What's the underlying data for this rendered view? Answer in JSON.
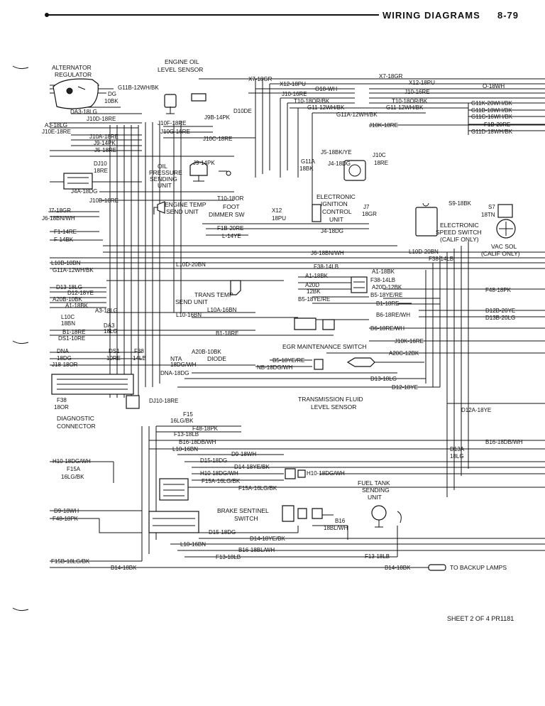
{
  "header": {
    "title": "WIRING DIAGRAMS",
    "page": "8-79"
  },
  "footer": {
    "sheet": "SHEET 2 OF 4 PR1181"
  },
  "components": {
    "alternator_regulator": [
      "ALTERNATOR",
      "REGULATOR"
    ],
    "engine_oil_level_sensor": [
      "ENGINE OIL",
      "LEVEL SENSOR"
    ],
    "oil_pressure_sending_unit": [
      "OIL",
      "PRESSURE",
      "SENDING",
      "UNIT"
    ],
    "engine_temp_send_unit": [
      "ENGINE TEMP",
      "SEND UNIT"
    ],
    "foot_dimmer_sw": [
      "FOOT",
      "DIMMER SW"
    ],
    "electronic_ignition_control_unit": [
      "ELECTRONIC",
      "IGNITION",
      "CONTROL",
      "UNIT"
    ],
    "electronic_speed_switch": [
      "ELECTRONIC",
      "SPEED SWITCH",
      "(CALIF ONLY)"
    ],
    "vac_sol": [
      "VAC SOL",
      "(CALIF ONLY)"
    ],
    "trans_temp_send_unit": [
      "TRANS TEMP",
      "SEND UNIT"
    ],
    "egr_maintenance_switch": "EGR MAINTENANCE SWITCH",
    "nta_diode": [
      "NTA",
      "DIODE"
    ],
    "transmission_fluid_level_sensor": [
      "TRANSMISSION FLUID",
      "LEVEL SENSOR"
    ],
    "diagnostic_connector": [
      "DIAGNOSTIC",
      "CONNECTOR"
    ],
    "fuel_tank_sending_unit": [
      "FUEL TANK",
      "SENDING",
      "UNIT"
    ],
    "brake_sentinel_switch": [
      "BRAKE SENTINEL",
      "SWITCH"
    ],
    "backup_lamps": "TO BACKUP LAMPS"
  },
  "wire_labels": [
    "G11B-12WH/BK",
    "DG",
    "10BK",
    "DA3-18LG",
    "J10D-18RE",
    "A3-18LG",
    "J10E-18RE",
    "J10A-18RE",
    "J9-14PK",
    "J5-18RE",
    "DJ10",
    "18RE",
    "J4A-18DG",
    "J10B-18RE",
    "J7-18GR",
    "J6-18BN/WH",
    "F1-14RE",
    "F-14BK",
    "L10B-18BN",
    "G11A-12WH/BK",
    "D13-18LG",
    "D12-18YE",
    "A20B-10BK",
    "A1-18BK",
    "A3-18LG",
    "L10C",
    "18BN",
    "B1-18RE",
    "DA3",
    "18LG",
    "DS1-10RE",
    "DNA",
    "18DG",
    "J18-18OR",
    "DS1",
    "10RE",
    "F38",
    "14LB",
    "F38",
    "18OR",
    "X7-18GR",
    "X12-18PU",
    "O18-WH",
    "J10-16RE",
    "T10-18OR/BK",
    "G11-12WH/BK",
    "G11A-12WH/BK",
    "J10F-18RE",
    "J10G-16RE",
    "J9B-14PK",
    "D10DE",
    "J10C-18RE",
    "J9-14PK",
    "J5-18BK/YE",
    "J4-18DG",
    "G11A",
    "18BK",
    "J10C",
    "18RE",
    "J10K-18RE",
    "J7",
    "18GR",
    "X12",
    "18PU",
    "T10-18OR",
    "F1B-20RE",
    "L-14YE",
    "J4-18DG",
    "J6-18BN/WH",
    "X7-18GR",
    "X12-18PU",
    "O-18WH",
    "J10-16RE",
    "T10-18OR/BK",
    "G11-12WH/BK",
    "G11K-20WH/BK",
    "G11B-18WH/BK",
    "G11C-16WH/BK",
    "F1B-20RE",
    "G11D-18WH/BK",
    "S9-18BK",
    "S7",
    "18TN",
    "L10D-20BN",
    "F38-14LB",
    "L10D-20BN",
    "F38-14LB",
    "A1-18BK",
    "A20D",
    "12BK",
    "B5-18YE/RE",
    "A1-18BK",
    "F38-14LB",
    "A20D-12BK",
    "B5-18YE/RE",
    "B1-18RE",
    "B6-18RE/WH",
    "B6-18RE/WH",
    "F48-18PK",
    "D12B-20YE",
    "D13B-20LG",
    "L10A-16BN",
    "L10-16BN",
    "B1-18RE",
    "J10K-16RE",
    "A20B-10BK",
    "A20C-12BK",
    "B5-18YE/RE",
    "NB-18DG/WH",
    "18DG/WH",
    "DNA-18DG",
    "DJ10-18RE",
    "D13-18LG",
    "D12-18YE",
    "D12A-18YE",
    "F15",
    "16LG/BK",
    "F48-18PK",
    "F13-18LB",
    "B16-18DB/WH",
    "L10-16BN",
    "B16-18DB/WH",
    "D9-18WH",
    "D13A",
    "18LG",
    "H10-18DG/WH",
    "F15A",
    "16LG/BK",
    "D15-18DG",
    "D14-18YE/BK",
    "H10-18DG/WH",
    "H10-18DG/WH",
    "F15A-16LG/BK",
    "F15A-16LG/BK",
    "D9-18WH",
    "F48-18PK",
    "B16",
    "18BL/WH",
    "D15-18DG",
    "D14-18YE/BK",
    "L10-16BN",
    "B16-18BL/WH",
    "F13-18LB",
    "F13-18LB",
    "F15B-18LG/BK",
    "B14-18BK",
    "B14-18BK"
  ]
}
